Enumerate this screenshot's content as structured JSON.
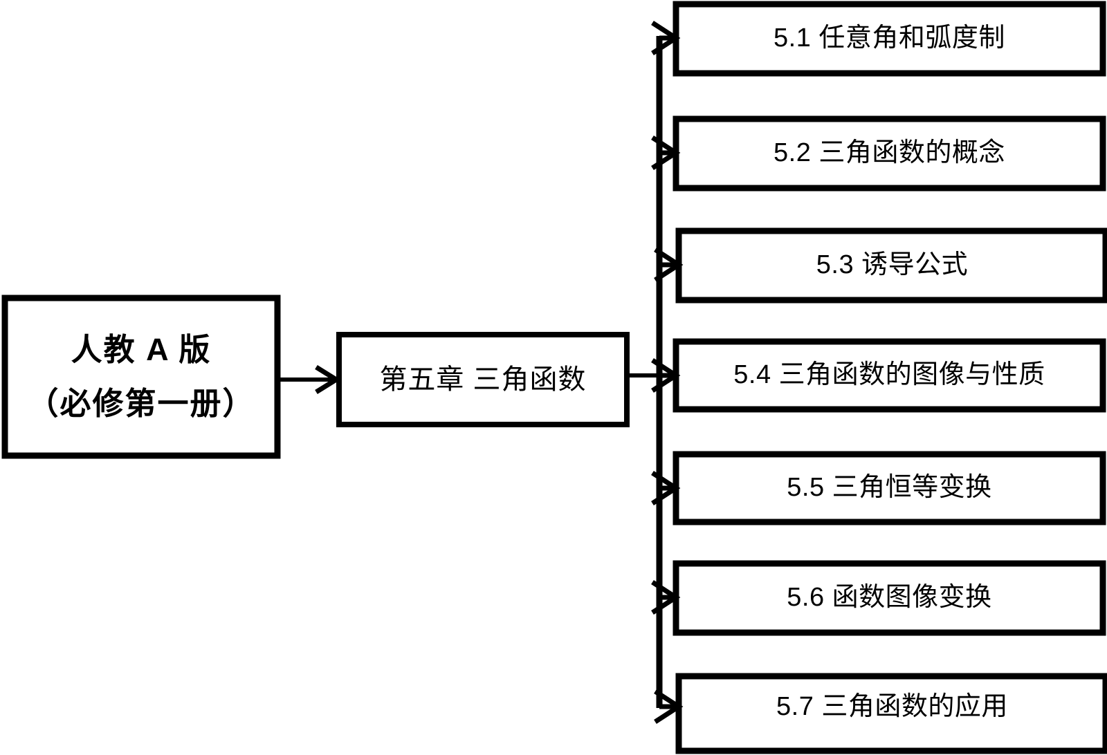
{
  "diagram": {
    "type": "flowchart",
    "orientation": "left-to-right",
    "background_color": "#ffffff",
    "line_color": "#000000",
    "text_color": "#000000",
    "root": {
      "label_line_1": "人教 A 版",
      "label_line_2": "（必修第一册）"
    },
    "chapter": {
      "label": "第五章  三角函数"
    },
    "sections": [
      {
        "label": "5.1 任意角和弧度制"
      },
      {
        "label": "5.2 三角函数的概念"
      },
      {
        "label": "5.3 诱导公式"
      },
      {
        "label": "5.4 三角函数的图像与性质"
      },
      {
        "label": "5.5 三角恒等变换"
      },
      {
        "label": "5.6 函数图像变换"
      },
      {
        "label": "5.7 三角函数的应用"
      }
    ]
  }
}
